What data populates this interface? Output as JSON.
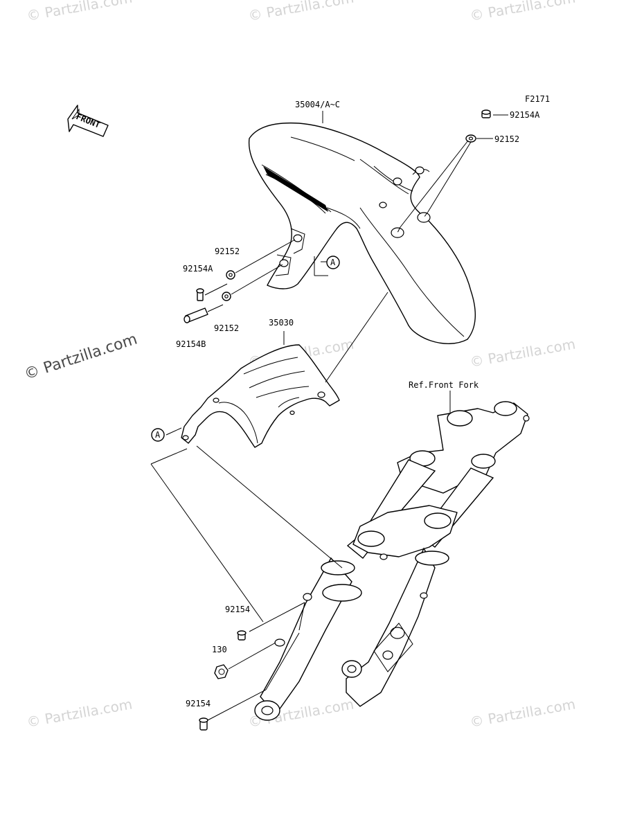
{
  "diagram": {
    "figure_code": "F2171",
    "front_label": "FRONT",
    "reference": "Ref.Front Fork",
    "callout_a": "A",
    "parts": {
      "fender": "35004/A~C",
      "cover": "35030",
      "bolt_top": "92154A",
      "washer_top": "92152",
      "washer_left_upper": "92152",
      "bolt_left": "92154A",
      "washer_left_lower": "92152",
      "bolt_left_long": "92154B",
      "bolt_lower_1": "92154",
      "bolt_130": "130",
      "bolt_lower_2": "92154"
    }
  },
  "watermarks": {
    "small": "© Partzilla.com",
    "main": "© Partzilla.com"
  }
}
